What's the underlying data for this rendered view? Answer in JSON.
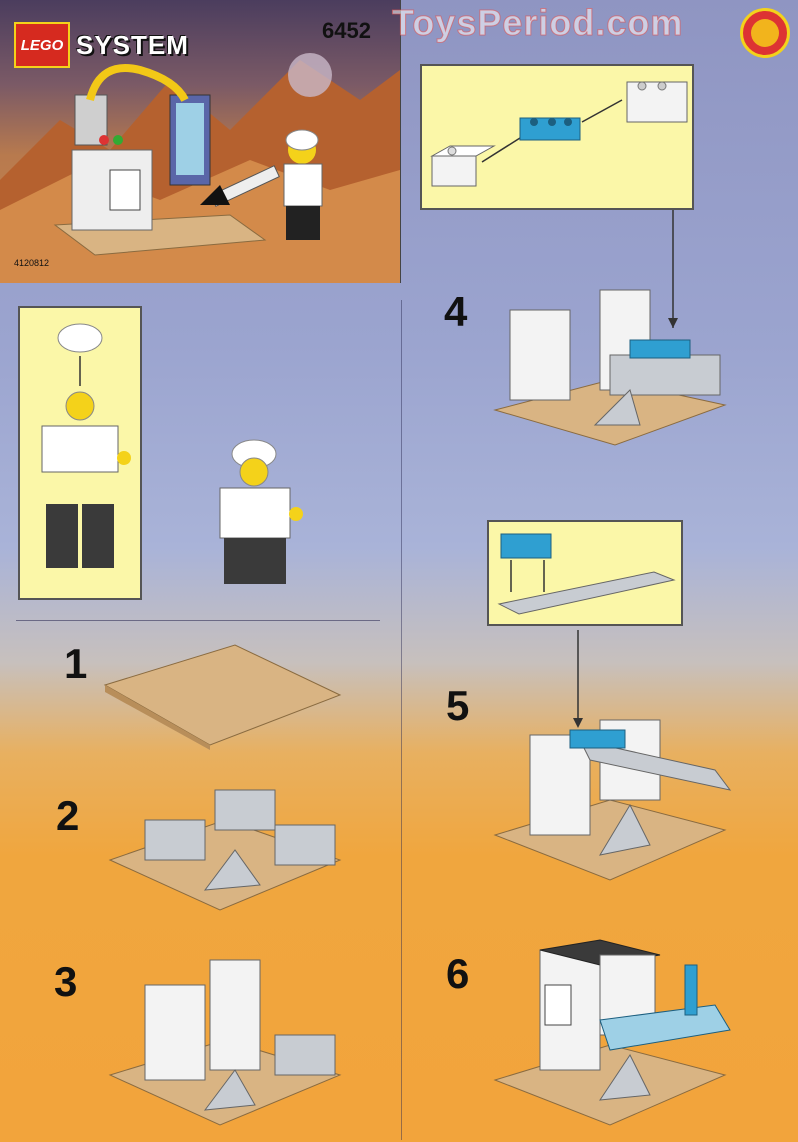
{
  "brand": {
    "logo": "LEGO",
    "system": "SYSTEM"
  },
  "set_number": "6452",
  "part_code": "4120812",
  "watermark": "ToysPeriod.com",
  "steps": [
    {
      "number": "1"
    },
    {
      "number": "2"
    },
    {
      "number": "3"
    },
    {
      "number": "4"
    },
    {
      "number": "5"
    },
    {
      "number": "6"
    }
  ],
  "colors": {
    "baseplate": "#d9b483",
    "stud_dark": "#3a3a3a",
    "white_brick": "#f3f3f3",
    "grey_brick": "#c8ccd2",
    "blue_plate": "#2f9fd1",
    "yellow_box": "#fbf7a8",
    "minifig_yellow": "#f4d21a",
    "black_leg": "#3a3a3a"
  }
}
